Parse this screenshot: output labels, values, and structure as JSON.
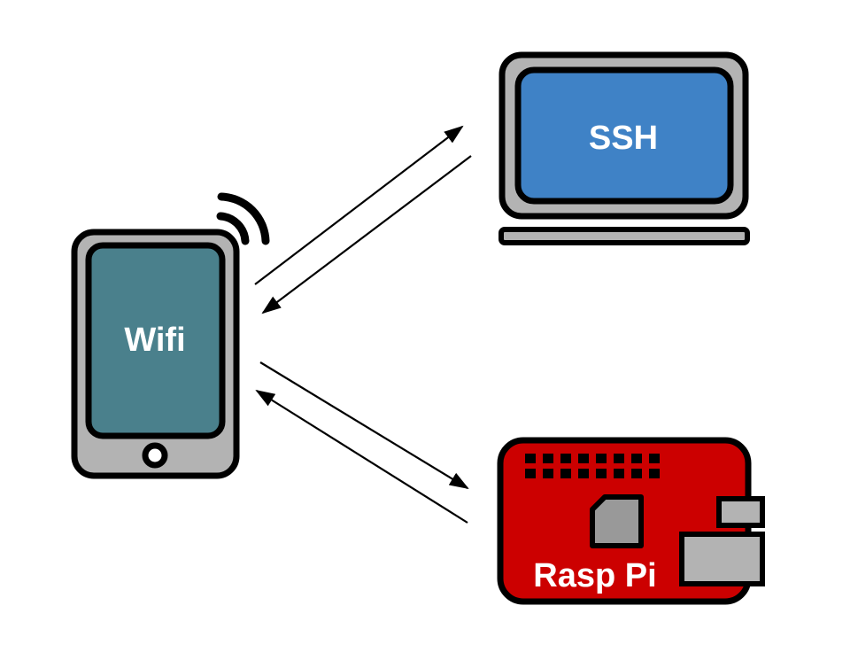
{
  "nodes": {
    "phone": {
      "label": "Wifi",
      "icon": "smartphone-icon",
      "screen_color": "#4a808c"
    },
    "laptop": {
      "label": "SSH",
      "icon": "laptop-icon",
      "screen_color": "#3f82c6"
    },
    "raspberry": {
      "label": "Rasp Pi",
      "icon": "raspberry-pi-board-icon",
      "board_color": "#cc0000"
    }
  },
  "colors": {
    "outline": "#000000",
    "body_gray": "#b3b3b3",
    "chip_gray": "#999999",
    "arrow": "#000000"
  },
  "edges": [
    {
      "from": "phone",
      "to": "laptop"
    },
    {
      "from": "laptop",
      "to": "phone"
    },
    {
      "from": "phone",
      "to": "raspberry"
    },
    {
      "from": "raspberry",
      "to": "phone"
    }
  ]
}
